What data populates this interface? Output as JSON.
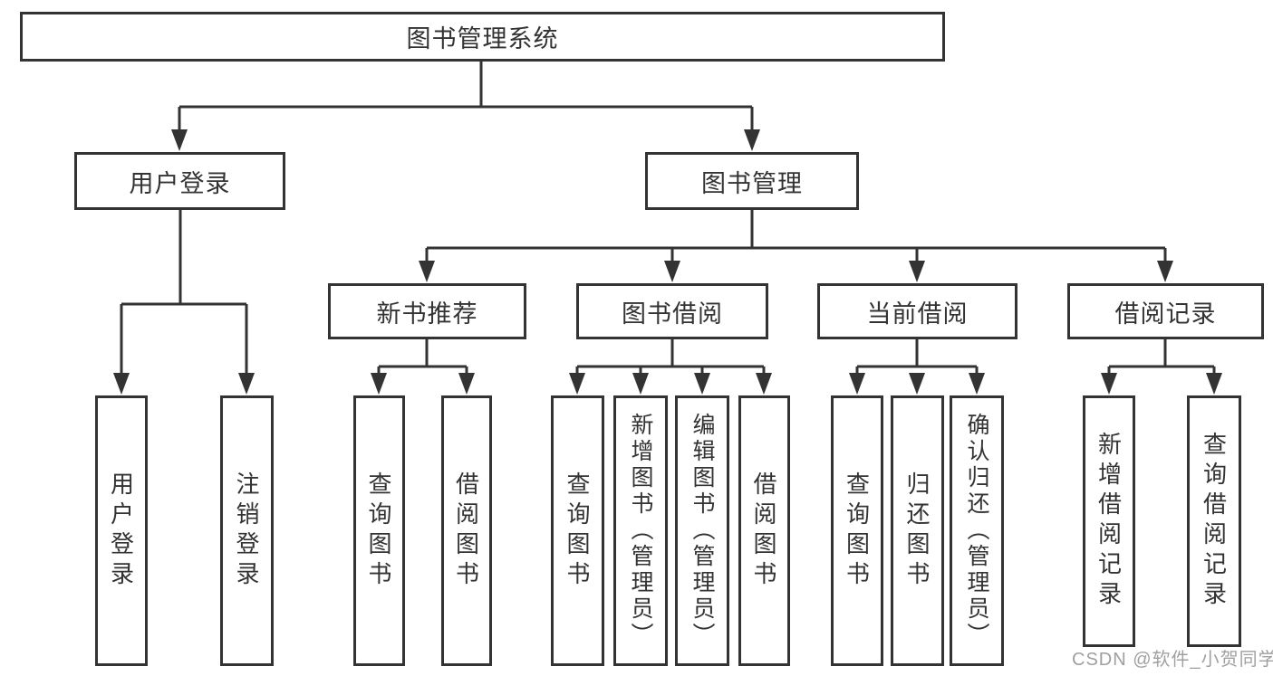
{
  "diagram": {
    "type": "hierarchy-tree",
    "colors": {
      "line": "#333333",
      "box_border": "#333333",
      "box_background": "#ffffff",
      "watermark": "#a0a0a0"
    }
  },
  "tree": {
    "label": "图书管理系统",
    "children": [
      {
        "label": "用户登录",
        "children": [
          {
            "label": "用户登录"
          },
          {
            "label": "注销登录"
          }
        ]
      },
      {
        "label": "图书管理",
        "children": [
          {
            "label": "新书推荐",
            "children": [
              {
                "label": "查询图书"
              },
              {
                "label": "借阅图书"
              }
            ]
          },
          {
            "label": "图书借阅",
            "children": [
              {
                "label": "查询图书"
              },
              {
                "label": "新增图书（管理员）"
              },
              {
                "label": "编辑图书（管理员）"
              },
              {
                "label": "借阅图书"
              }
            ]
          },
          {
            "label": "当前借阅",
            "children": [
              {
                "label": "查询图书"
              },
              {
                "label": "归还图书"
              },
              {
                "label": "确认归还（管理员）"
              }
            ]
          },
          {
            "label": "借阅记录",
            "children": [
              {
                "label": "新增借阅记录"
              },
              {
                "label": "查询借阅记录"
              }
            ]
          }
        ]
      }
    ]
  },
  "watermark": {
    "text": "CSDN @软件_小贺同学"
  }
}
